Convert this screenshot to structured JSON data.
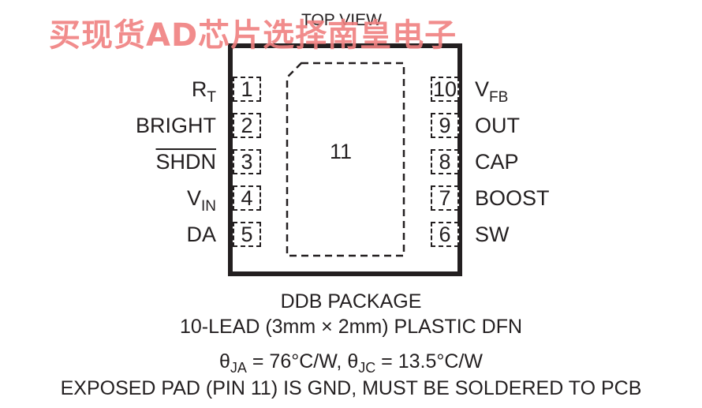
{
  "watermark": {
    "text": "买现货AD芯片选择南皇电子",
    "color": "#f08080"
  },
  "diagram": {
    "view_label": "TOP VIEW",
    "exposed_pad_number": "11",
    "left_pins": [
      {
        "number": "1",
        "name": "R",
        "sub": "T",
        "overline": false
      },
      {
        "number": "2",
        "name": "BRIGHT",
        "sub": "",
        "overline": false
      },
      {
        "number": "3",
        "name": "SHDN",
        "sub": "",
        "overline": true
      },
      {
        "number": "4",
        "name": "V",
        "sub": "IN",
        "overline": false
      },
      {
        "number": "5",
        "name": "DA",
        "sub": "",
        "overline": false
      }
    ],
    "right_pins": [
      {
        "number": "10",
        "name": "V",
        "sub": "FB",
        "overline": false
      },
      {
        "number": "9",
        "name": "OUT",
        "sub": "",
        "overline": false
      },
      {
        "number": "8",
        "name": "CAP",
        "sub": "",
        "overline": false
      },
      {
        "number": "7",
        "name": "BOOST",
        "sub": "",
        "overline": false
      },
      {
        "number": "6",
        "name": "SW",
        "sub": "",
        "overline": false
      }
    ]
  },
  "caption": {
    "package_name": "DDB PACKAGE",
    "package_desc": "10-LEAD (3mm × 2mm) PLASTIC DFN",
    "theta_ja_symbol": "θ",
    "theta_ja_sub": "JA",
    "theta_ja_value": " = 76°C/W, ",
    "theta_jc_symbol": "θ",
    "theta_jc_sub": "JC",
    "theta_jc_value": " = 13.5°C/W",
    "note": "EXPOSED PAD (PIN 11) IS GND, MUST BE SOLDERED TO PCB"
  }
}
